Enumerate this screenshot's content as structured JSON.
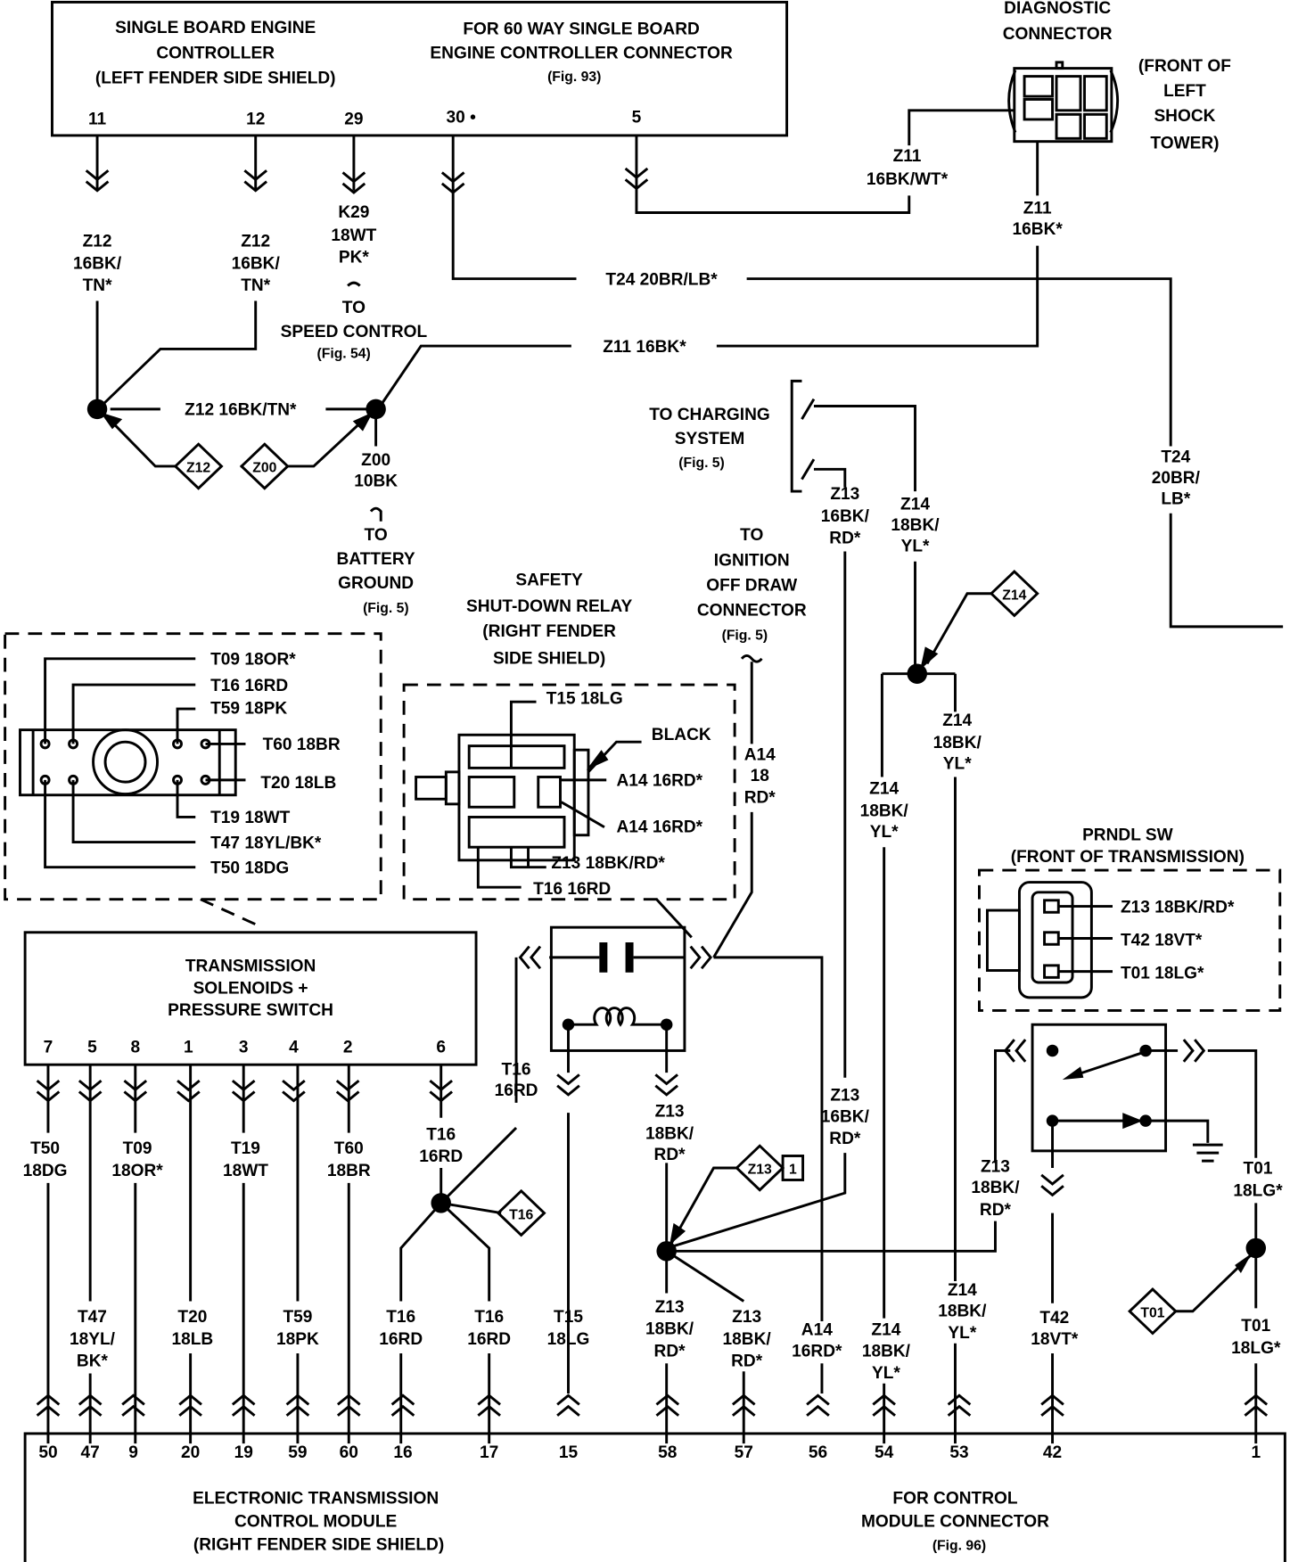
{
  "ecm": {
    "title": [
      "SINGLE BOARD ENGINE",
      "CONTROLLER",
      "(LEFT FENDER SIDE SHIELD)"
    ],
    "connector": [
      "FOR 60 WAY SINGLE BOARD",
      "ENGINE CONTROLLER CONNECTOR",
      "(Fig. 93)"
    ],
    "pins": [
      "11",
      "12",
      "29",
      "30 •",
      "5"
    ]
  },
  "diag": {
    "title": [
      "DIAGNOSTIC",
      "CONNECTOR"
    ],
    "location": [
      "(FRONT OF",
      "LEFT",
      "SHOCK",
      "TOWER)"
    ]
  },
  "wires": {
    "z12a": [
      "Z12",
      "16BK/",
      "TN*"
    ],
    "z12b": [
      "Z12",
      "16BK/",
      "TN*"
    ],
    "k29": [
      "K29",
      "18WT",
      "PK*"
    ],
    "speed": [
      "TO",
      "SPEED CONTROL",
      "(Fig. 54)"
    ],
    "t24h": "T24 20BR/LB*",
    "t24v": [
      "T24",
      "20BR/",
      "LB*"
    ],
    "z11wt": [
      "Z11",
      "16BK/WT*"
    ],
    "z11d": [
      "Z11",
      "16BK*"
    ],
    "z11h": "Z11 16BK*",
    "z12h": "Z12 16BK/TN*",
    "z00": [
      "Z00",
      "10BK"
    ],
    "battery": [
      "TO",
      "BATTERY",
      "GROUND",
      "(Fig. 5)"
    ],
    "charging": [
      "TO CHARGING",
      "SYSTEM",
      "(Fig. 5)"
    ],
    "z13c": [
      "Z13",
      "16BK/",
      "RD*"
    ],
    "z14c": [
      "Z14",
      "18BK/",
      "YL*"
    ],
    "ignition": [
      "TO",
      "IGNITION",
      "OFF DRAW",
      "CONNECTOR",
      "(Fig. 5)"
    ],
    "a14v": [
      "A14",
      "18",
      "RD*"
    ],
    "z14r": [
      "Z14",
      "18BK/",
      "YL*"
    ],
    "z14l": [
      "Z14",
      "18BK/",
      "YL*"
    ],
    "z13m": [
      "Z13",
      "16BK/",
      "RD*"
    ],
    "t50": [
      "T50",
      "18DG"
    ],
    "t09": [
      "T09",
      "18OR*"
    ],
    "t19": [
      "T19",
      "18WT"
    ],
    "t60": [
      "T60",
      "18BR"
    ],
    "t47": [
      "T47",
      "18YL/",
      "BK*"
    ],
    "t20": [
      "T20",
      "18LB"
    ],
    "t59": [
      "T59",
      "18PK"
    ],
    "t16a": [
      "T16",
      "16RD"
    ],
    "t16b": [
      "T16",
      "16RD"
    ],
    "t16c": [
      "T16",
      "16RD"
    ],
    "t16d": [
      "T16",
      "16RD"
    ],
    "t15": [
      "T15",
      "18LG"
    ],
    "z13r": [
      "Z13",
      "18BK/",
      "RD*"
    ],
    "z13p": [
      "Z13",
      "18BK/",
      "RD*"
    ],
    "z13b1": [
      "Z13",
      "18BK/",
      "RD*"
    ],
    "z13b2": [
      "Z13",
      "18BK/",
      "RD*"
    ],
    "a14b": [
      "A14",
      "16RD*"
    ],
    "z14b1": [
      "Z14",
      "18BK/",
      "YL*"
    ],
    "z14b2": [
      "Z14",
      "18BK/",
      "YL*"
    ],
    "t42": [
      "T42",
      "18VT*"
    ],
    "t01a": [
      "T01",
      "18LG*"
    ],
    "t01b": [
      "T01",
      "18LG*"
    ]
  },
  "splices": {
    "z12": "Z12",
    "z00": "Z00",
    "z14": "Z14",
    "z13": "Z13",
    "z13_suffix": "1",
    "t16": "T16",
    "t01": "T01"
  },
  "solenoid_connector": {
    "labels": [
      "T09 18OR*",
      "T16 16RD",
      "T59 18PK",
      "T60 18BR",
      "T20 18LB",
      "T19 18WT",
      "T47 18YL/BK*",
      "T50 18DG"
    ]
  },
  "relay": {
    "title": [
      "SAFETY",
      "SHUT-DOWN RELAY",
      "(RIGHT FENDER",
      "SIDE SHIELD)"
    ],
    "labels": [
      "T15 18LG",
      "BLACK",
      "A14 16RD*",
      "A14 16RD*",
      "Z13 18BK/RD*",
      "T16 16RD"
    ]
  },
  "transmission": {
    "title": [
      "TRANSMISSION",
      "SOLENOIDS +",
      "PRESSURE SWITCH"
    ],
    "pins": [
      "7",
      "5",
      "8",
      "1",
      "3",
      "4",
      "2",
      "6"
    ]
  },
  "prndl": {
    "title": [
      "PRNDL SW",
      "(FRONT OF TRANSMISSION)"
    ],
    "labels": [
      "Z13 18BK/RD*",
      "T42 18VT*",
      "T01 18LG*"
    ]
  },
  "etcm": {
    "title": [
      "ELECTRONIC TRANSMISSION",
      "CONTROL MODULE",
      "(RIGHT FENDER SIDE SHIELD)"
    ],
    "connector": [
      "FOR CONTROL",
      "MODULE CONNECTOR",
      "(Fig. 96)"
    ],
    "pins": [
      "50",
      "47",
      "9",
      "20",
      "19",
      "59",
      "60",
      "16",
      "17",
      "15",
      "58",
      "57",
      "56",
      "54",
      "53",
      "42",
      "1"
    ]
  }
}
